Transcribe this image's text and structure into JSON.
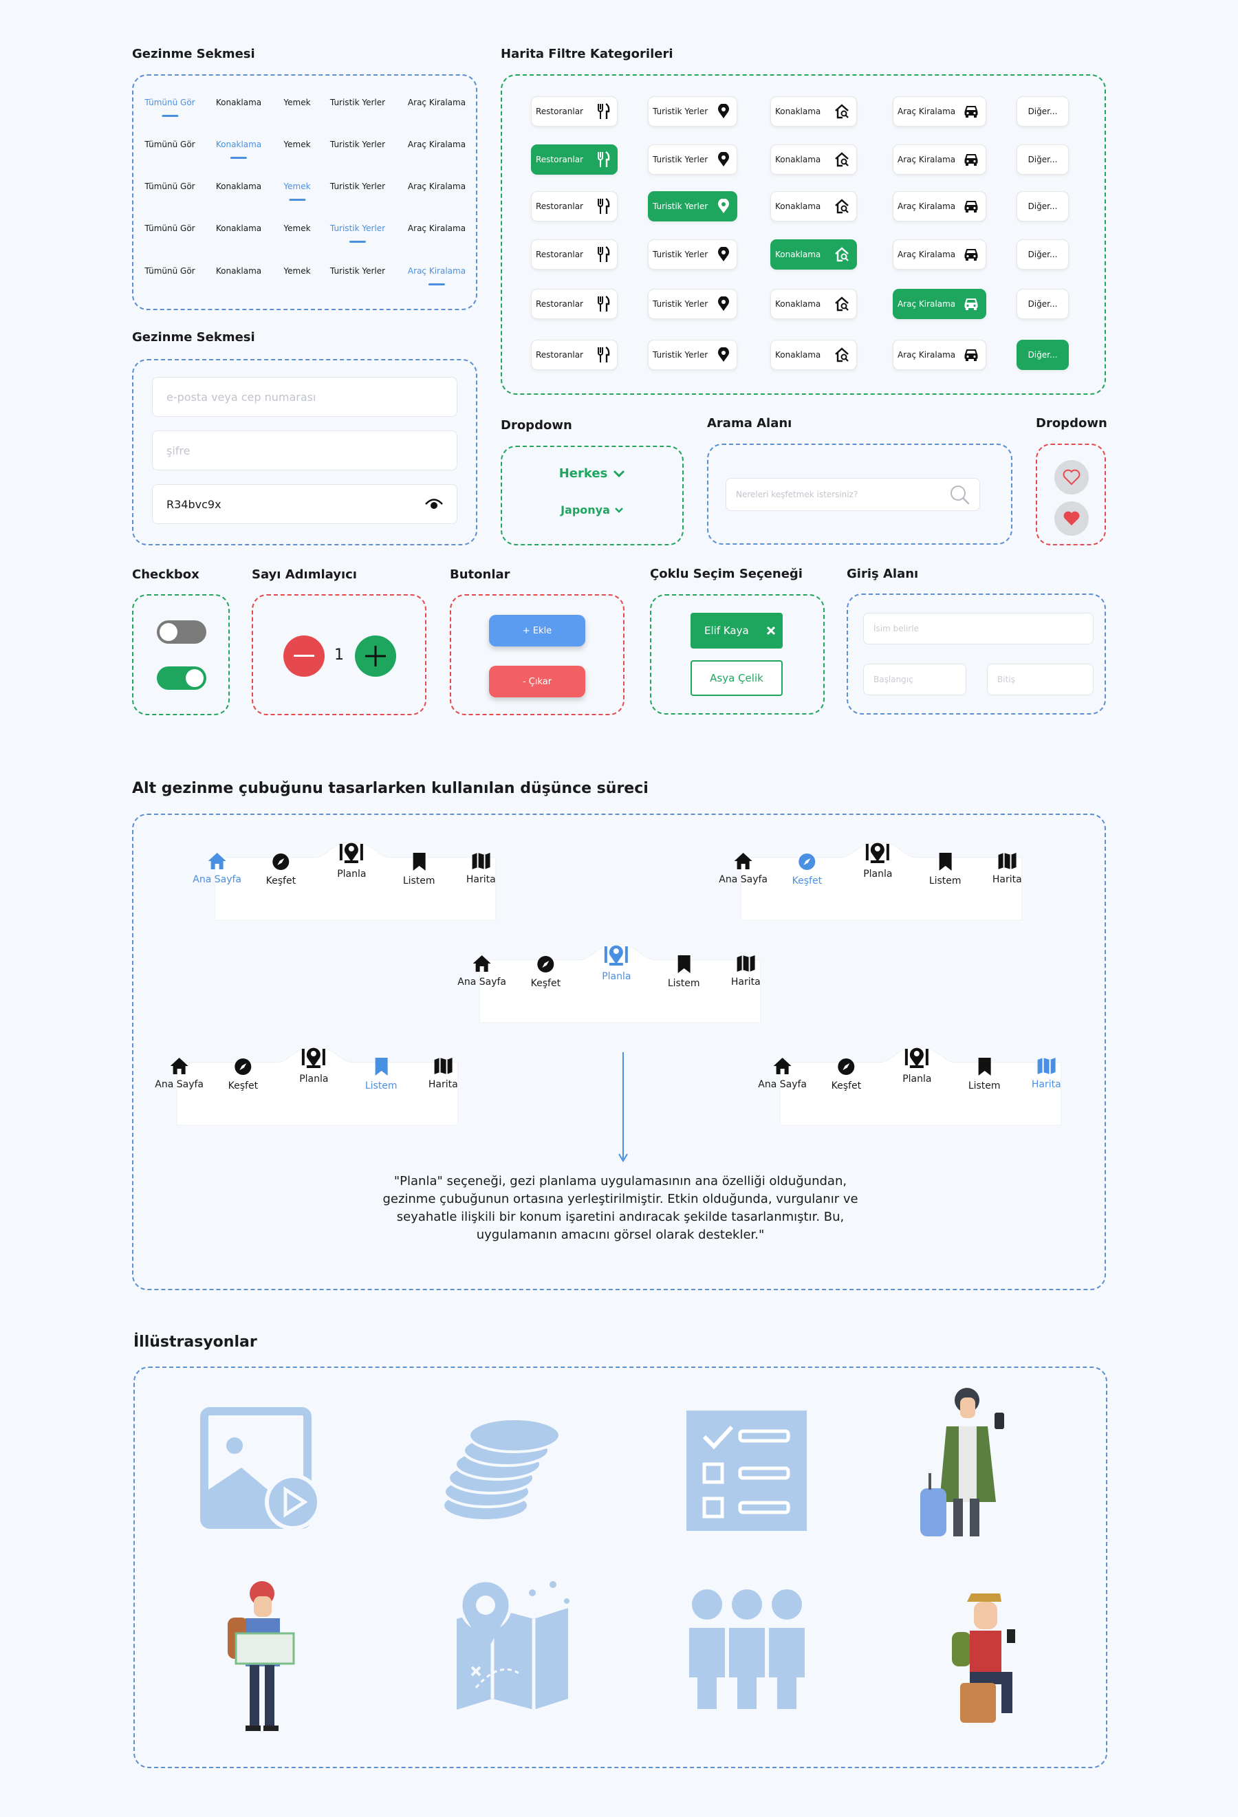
{
  "sections": {
    "nav_tabs_1": "Gezinme Sekmesi",
    "map_filters": "Harita Filtre Kategorileri",
    "nav_tabs_2": "Gezinme Sekmesi",
    "dropdown_1": "Dropdown",
    "search_area": "Arama Alanı",
    "dropdown_2": "Dropdown",
    "checkbox": "Checkbox",
    "stepper": "Sayı Adımlayıcı",
    "buttons": "Butonlar",
    "multi_select": "Çoklu Seçim Seçeneği",
    "input_area": "Giriş Alanı",
    "bottom_nav": "Alt gezinme çubuğunu tasarlarken kullanılan düşünce süreci",
    "illustrations": "İllüstrasyonlar"
  },
  "tabs": {
    "labels": [
      "Tümünü Gör",
      "Konaklama",
      "Yemek",
      "Turistik Yerler",
      "Araç Kiralama"
    ],
    "rows": [
      {
        "active": "Tümünü Gör"
      },
      {
        "active": "Konaklama"
      },
      {
        "active": "Yemek"
      },
      {
        "active": "Turistik Yerler"
      },
      {
        "active": "Araç Kiralama"
      }
    ]
  },
  "filters": {
    "labels": [
      "Restoranlar",
      "Turistik Yerler",
      "Konaklama",
      "Araç Kiralama",
      "Diğer..."
    ],
    "icons": [
      "fork-knife-icon",
      "map-pin-icon",
      "house-search-icon",
      "car-icon",
      ""
    ],
    "selected_rows": [
      -1,
      0,
      1,
      2,
      3,
      4
    ],
    "accent": "#1FA65E"
  },
  "login": {
    "email_placeholder": "e-posta veya cep numarası",
    "password_placeholder": "şifre",
    "password_value": "R34bvc9x"
  },
  "dropdown": {
    "primary": "Herkes",
    "secondary": "Japonya"
  },
  "search": {
    "placeholder": "Nereleri keşfetmek istersiniz?"
  },
  "stepper": {
    "value": "1"
  },
  "buttons": {
    "add": "+ Ekle",
    "remove": "- Çıkar"
  },
  "multi": {
    "selected": "Elif Kaya",
    "option": "Asya Çelik"
  },
  "form": {
    "name_placeholder": "İsim belirle",
    "start_placeholder": "Başlangıç",
    "end_placeholder": "Bitiş"
  },
  "nav": {
    "items": [
      "Ana Sayfa",
      "Keşfet",
      "Planla",
      "Listem",
      "Harita"
    ],
    "bars": [
      {
        "active": 0
      },
      {
        "active": 1
      },
      {
        "active": 2
      },
      {
        "active": 3
      },
      {
        "active": 4
      }
    ],
    "explanation": "\"Planla\" seçeneği, gezi planlama uygulamasının ana özelliği olduğundan, gezinme çubuğunun ortasına yerleştirilmiştir. Etkin olduğunda, vurgulanır ve seyahatle ilişkili bir konum işaretini andıracak şekilde tasarlanmıştır. Bu, uygulamanın amacını görsel olarak destekler.\""
  },
  "colors": {
    "blue": "#4A90E2",
    "green": "#1FA65E",
    "red": "#E5484D",
    "light_blue": "#AECBEB"
  }
}
